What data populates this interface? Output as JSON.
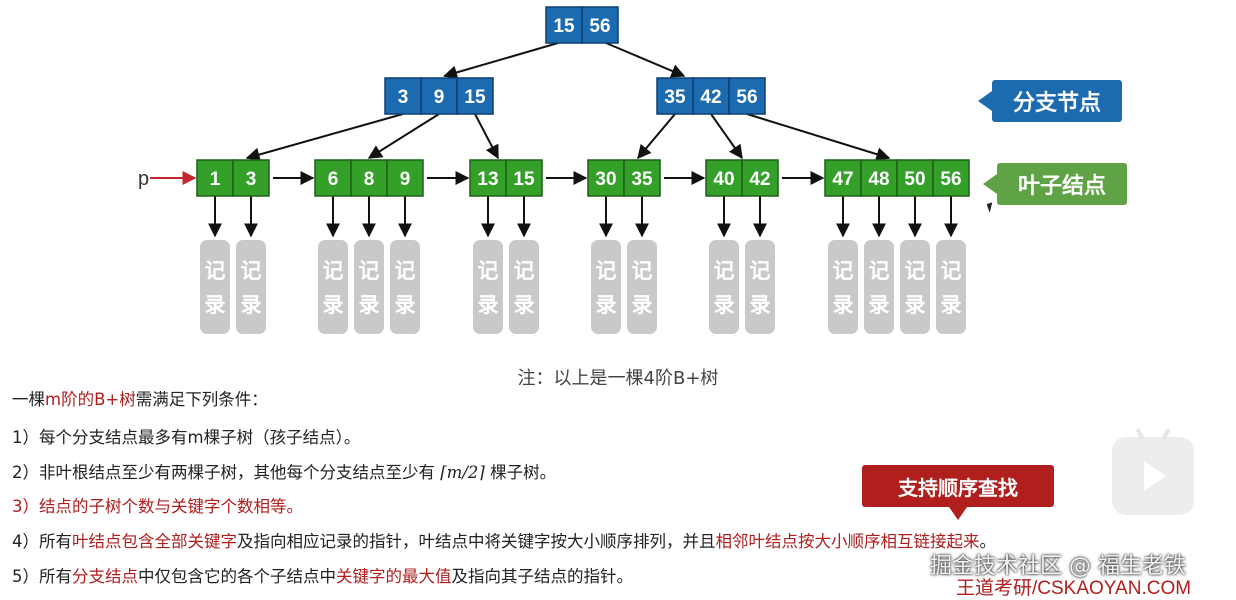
{
  "colors": {
    "branch_fill": "#1c6ab0",
    "leaf_fill": "#34a02a",
    "record_fill": "#c9c9c9",
    "accent_red": "#b01e1e",
    "pointer_red": "#c0262c"
  },
  "tree": {
    "root": {
      "keys": [
        "15",
        "56"
      ]
    },
    "branches": [
      {
        "keys": [
          "3",
          "9",
          "15"
        ]
      },
      {
        "keys": [
          "35",
          "42",
          "56"
        ]
      }
    ],
    "leaves": [
      {
        "keys": [
          "1",
          "3"
        ]
      },
      {
        "keys": [
          "6",
          "8",
          "9"
        ]
      },
      {
        "keys": [
          "13",
          "15"
        ]
      },
      {
        "keys": [
          "30",
          "35"
        ]
      },
      {
        "keys": [
          "40",
          "42"
        ]
      },
      {
        "keys": [
          "47",
          "48",
          "50",
          "56"
        ]
      }
    ],
    "pointer_label": "p",
    "record_label": "记录"
  },
  "labels": {
    "branch_node": "分支节点",
    "leaf_node": "叶子结点",
    "sequential_search": "支持顺序查找"
  },
  "note": "注：以上是一棵4阶B+树",
  "rules": {
    "intro_prefix": "一棵",
    "intro_highlight": "m阶的B+树",
    "intro_suffix": "需满足下列条件：",
    "r1": "1）每个分支结点最多有m棵子树（孩子结点）。",
    "r2_prefix": "2）非叶根结点至少有两棵子树，其他每个分支结点至少有 ",
    "r2_math": "⌈m/2⌉",
    "r2_suffix": " 棵子树。",
    "r3": "3）结点的子树个数与关键字个数相等。",
    "r4_a": "4）所有",
    "r4_b": "叶结点包含全部关键字",
    "r4_c": "及指向相应记录的指针，叶结点中将关键字按大小顺序排列，并且",
    "r4_d": "相邻叶结点按大小顺序相互链接起来",
    "r4_e": "。",
    "r5_a": "5）所有",
    "r5_b": "分支结点",
    "r5_c": "中仅包含它的各个子结点中",
    "r5_d": "关键字的最大值",
    "r5_e": "及指向其子结点的指针。"
  },
  "watermarks": {
    "platform": "掘金技术社区 @ 福生老铁",
    "site": "王道考研/CSKAOYAN.COM"
  },
  "icons": {
    "play_badge": "video-play-icon",
    "cursor": "mouse-cursor-icon"
  }
}
